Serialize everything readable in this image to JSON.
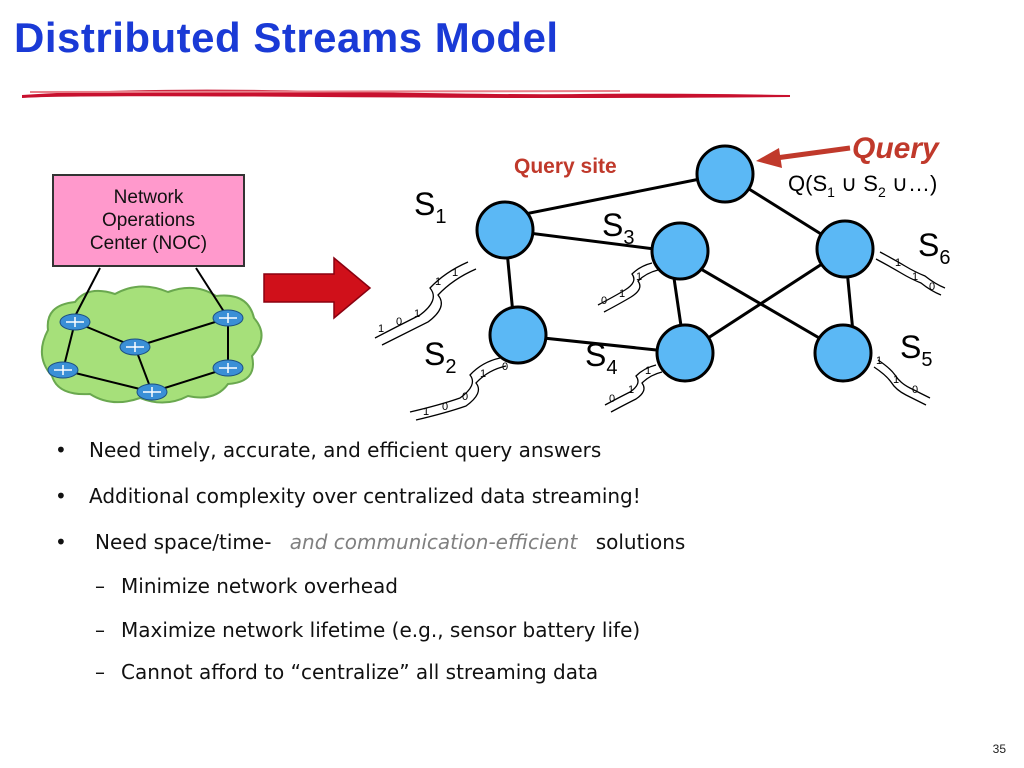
{
  "slide": {
    "title": "Distributed Streams Model",
    "page_number": "35"
  },
  "noc": {
    "lines": [
      "Network",
      "Operations",
      "Center (NOC)"
    ]
  },
  "diagram": {
    "query_site_label": "Query site",
    "query_label": "Query",
    "query_expr": {
      "prefix": "Q(S",
      "sub1": "1",
      "mid": " ∪ S",
      "sub2": "2",
      "suffix": " ∪…)"
    },
    "sites": [
      {
        "name": "S",
        "sub": "1"
      },
      {
        "name": "S",
        "sub": "2"
      },
      {
        "name": "S",
        "sub": "3"
      },
      {
        "name": "S",
        "sub": "4"
      },
      {
        "name": "S",
        "sub": "5"
      },
      {
        "name": "S",
        "sub": "6"
      }
    ],
    "bit_streams": {
      "s1": [
        "1",
        "0",
        "1",
        "1",
        "1"
      ],
      "s2": [
        "1",
        "0",
        "0",
        "1",
        "0"
      ],
      "s3": [
        "0",
        "1",
        "1"
      ],
      "s4": [
        "0",
        "1",
        "1"
      ],
      "s5": [
        "1",
        "1",
        "0"
      ],
      "s6": [
        "1",
        "1",
        "0"
      ]
    },
    "colors": {
      "node_fill": "#5bb8f5",
      "query_arrow": "#c0392b",
      "query_text": "#c0392b",
      "big_arrow": "#d0101a",
      "cloud": "#a6e07a"
    }
  },
  "bullets": [
    {
      "marker": "•",
      "text": "Need timely, accurate, and efficient query answers"
    },
    {
      "marker": "•",
      "text": "Additional complexity over centralized data streaming!"
    },
    {
      "marker": "•",
      "text_before": "Need space/time-",
      "text_emph": "and communication-efficient",
      "text_after": "solutions"
    },
    {
      "marker": "–",
      "text": "Minimize network overhead"
    },
    {
      "marker": "–",
      "text": "Maximize network lifetime (e.g., sensor battery life)"
    },
    {
      "marker": "–",
      "text": "Cannot afford to “centralize” all streaming data"
    }
  ]
}
